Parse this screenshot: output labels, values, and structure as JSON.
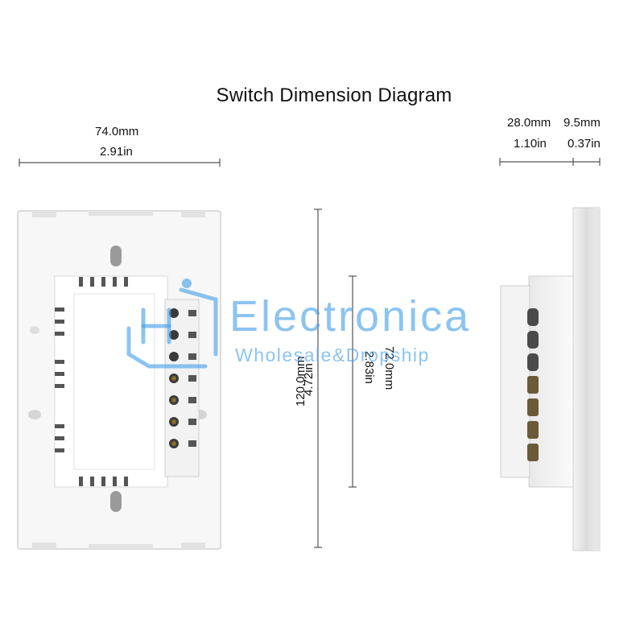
{
  "title": "Switch Dimension Diagram",
  "dimensions": {
    "width": {
      "mm": "74.0mm",
      "in": "2.91in"
    },
    "height": {
      "mm": "120.0mm",
      "in": "4.72in"
    },
    "inner_height": {
      "mm": "72.0mm",
      "in": "2.83in"
    },
    "depth_body": {
      "mm": "28.0mm",
      "in": "1.10in"
    },
    "depth_panel": {
      "mm": "9.5mm",
      "in": "0.37in"
    }
  },
  "watermark": {
    "line1": "Electronica",
    "line2": "Wholesale&Dropship"
  },
  "colors": {
    "line": "#555555",
    "panel": "#f7f7f7",
    "edge": "#cfcfcf",
    "watermark": "#46a0e6"
  }
}
